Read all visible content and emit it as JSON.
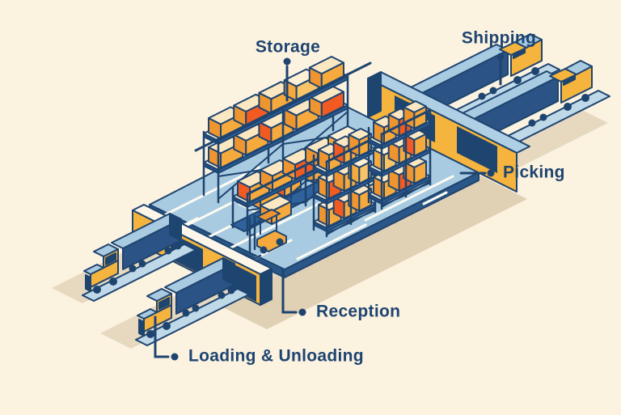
{
  "labels": {
    "storage": "Storage",
    "shipping": "Shipping",
    "picking": "Picking",
    "reception": "Reception",
    "loading_unloading": "Loading & Unloading"
  },
  "palette": {
    "background": "#FBF2E0",
    "label_navy": "#1E4470",
    "trailer_blue": "#2B5385",
    "light_blue": "#A9CBE1",
    "floor_blue": "#A9CBE1",
    "wall_yellow": "#F5B43D",
    "box_orange": "#F6A93C",
    "box_red_orange": "#F15B22",
    "box_cream_top": "#FBE7C2",
    "shadow_beige": "#E0D0B4"
  }
}
